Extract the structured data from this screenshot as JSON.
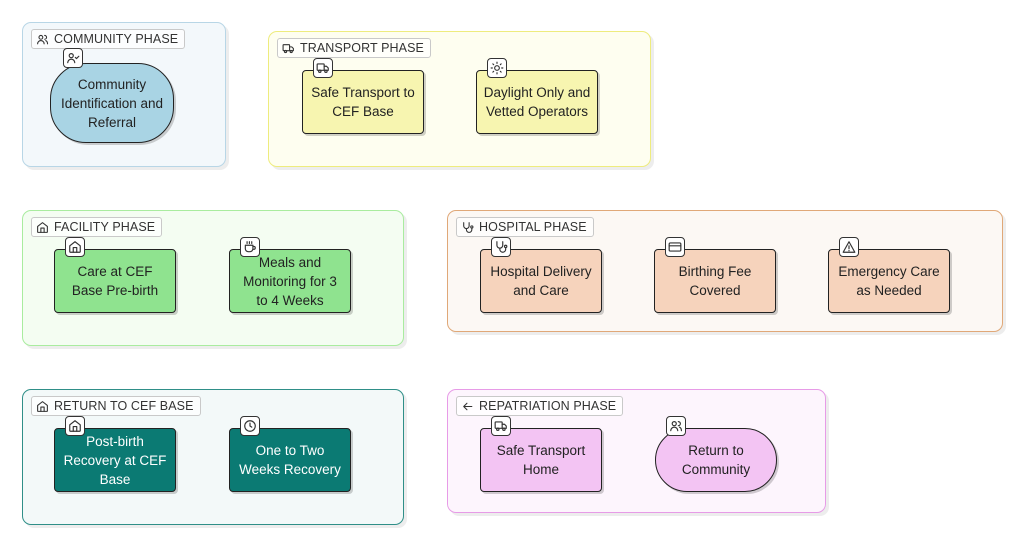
{
  "phases": {
    "community": {
      "label": "COMMUNITY PHASE",
      "icon": "users-icon"
    },
    "transport": {
      "label": "TRANSPORT PHASE",
      "icon": "truck-icon"
    },
    "facility": {
      "label": "FACILITY PHASE",
      "icon": "home-icon"
    },
    "hospital": {
      "label": "HOSPITAL PHASE",
      "icon": "stethoscope-icon"
    },
    "return": {
      "label": "RETURN TO CEF BASE",
      "icon": "home-icon"
    },
    "repatriation": {
      "label": "REPATRIATION PHASE",
      "icon": "arrow-left-icon"
    }
  },
  "nodes": {
    "community_id": {
      "text": "Community Identification and Referral",
      "icon": "user-check-icon"
    },
    "safe_transport": {
      "text": "Safe Transport to CEF Base",
      "icon": "truck-icon"
    },
    "daylight": {
      "text": "Daylight Only and Vetted Operators",
      "icon": "sun-icon"
    },
    "care_cef": {
      "text": "Care at CEF Base Pre-birth",
      "icon": "home-icon"
    },
    "meals": {
      "text": "Meals and Monitoring for 3 to 4 Weeks",
      "icon": "coffee-icon"
    },
    "hospital_delivery": {
      "text": "Hospital Delivery and Care",
      "icon": "stethoscope-icon"
    },
    "birthing_fee": {
      "text": "Birthing Fee Covered",
      "icon": "credit-card-icon"
    },
    "emergency": {
      "text": "Emergency Care as Needed",
      "icon": "alert-triangle-icon"
    },
    "post_birth": {
      "text": "Post-birth Recovery at CEF Base",
      "icon": "home-icon"
    },
    "recovery": {
      "text": "One to Two Weeks Recovery",
      "icon": "clock-icon"
    },
    "safe_home": {
      "text": "Safe Transport Home",
      "icon": "truck-icon"
    },
    "return_community": {
      "text": "Return to Community",
      "icon": "users-icon"
    }
  },
  "colors": {
    "community_fill": "#a9d4e4",
    "transport_fill": "#f7f5b0",
    "facility_fill": "#8fe38f",
    "hospital_fill": "#f6d3bc",
    "return_fill": "#0b7a73",
    "repatriation_fill": "#f3c4f3"
  }
}
